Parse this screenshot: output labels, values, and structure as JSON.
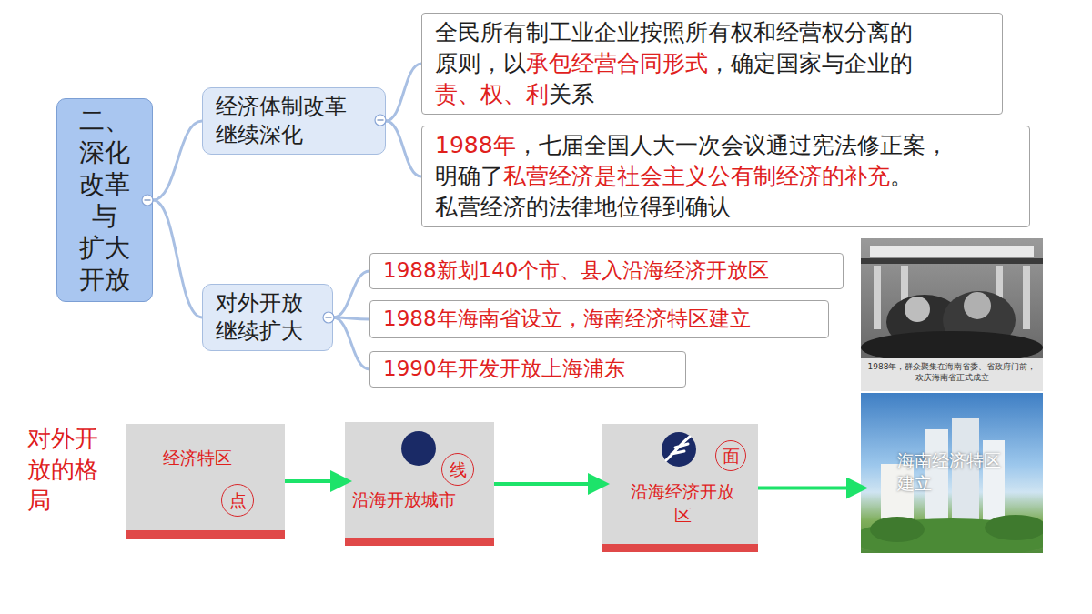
{
  "diagram": {
    "nodes": [
      {
        "text": [
          "二、深化改革与扩大开放"
        ]
      },
      {
        "text": [
          "经济体制改革继续深化"
        ]
      },
      {
        "text": [
          "全民所有制工业企业按照所有权和经营权分离的原则，以承包经营合同形式，确定国家与企业的责、权、利关系"
        ]
      },
      {
        "text": [
          "1988年，七届全国人大一次会议通过宪法修正案，明确了私营经济是社会主义公有制经济的补充。私营经济的法律地位得到确认"
        ]
      },
      {
        "text": [
          "对外开放继续扩大"
        ]
      },
      {
        "text": [
          "1988新划140个市、县入沿海经济开放区"
        ]
      },
      {
        "text": [
          "1988年海南省设立，海南经济特区建立"
        ]
      },
      {
        "text": [
          "1990年开发开放上海浦东"
        ]
      },
      {
        "text": [
          "经济特区"
        ]
      },
      {
        "text": [
          "点"
        ],
        "in": 8
      },
      {
        "text": [
          "沿海开放城市"
        ]
      },
      {
        "text": [
          "线"
        ],
        "in": 10
      },
      {
        "text": [
          "沿海经济开放区"
        ]
      },
      {
        "text": [
          "面"
        ],
        "in": 12
      },
      {
        "text": [
          "海南经济特区建立"
        ]
      }
    ],
    "edges": [
      {
        "from": 0,
        "to": 1,
        "arrow": "none"
      },
      {
        "from": 0,
        "to": 4,
        "arrow": "none"
      },
      {
        "from": 1,
        "to": 2,
        "arrow": "none"
      },
      {
        "from": 1,
        "to": 3,
        "arrow": "none"
      },
      {
        "from": 4,
        "to": 5,
        "arrow": "none"
      },
      {
        "from": 4,
        "to": 6,
        "arrow": "none"
      },
      {
        "from": 4,
        "to": 7,
        "arrow": "none"
      },
      {
        "from": 8,
        "to": 10,
        "arrow": "to"
      },
      {
        "from": 10,
        "to": 12,
        "arrow": "to"
      },
      {
        "from": 12,
        "to": 14,
        "arrow": "to"
      }
    ],
    "labels": [
      "1988年，群众聚集在海南省委、省政府门前，欢庆海南省正式成立",
      "对外开放的格局"
    ]
  }
}
